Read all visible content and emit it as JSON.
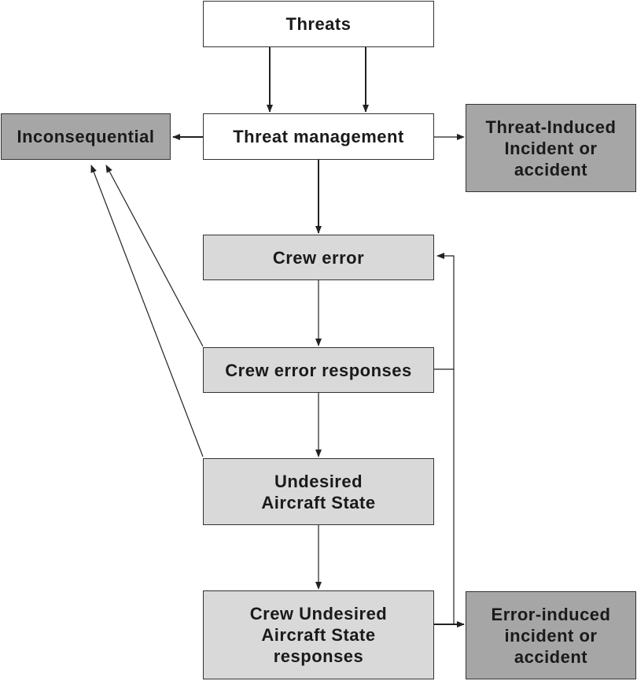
{
  "diagram": {
    "nodes": {
      "threats": "Threats",
      "threat_management": "Threat management",
      "inconsequential": "Inconsequential",
      "threat_induced": "Threat-Induced\nIncident or\naccident",
      "crew_error": "Crew error",
      "crew_error_responses": "Crew error responses",
      "undesired_state": "Undesired\nAircraft State",
      "crew_uas_responses": "Crew Undesired\nAircraft State\nresponses",
      "error_induced": "Error-induced\nincident or\naccident"
    },
    "colors": {
      "white_box": "#ffffff",
      "light_box": "#d9d9d9",
      "dark_box": "#a6a6a6",
      "line": "#222222"
    }
  }
}
